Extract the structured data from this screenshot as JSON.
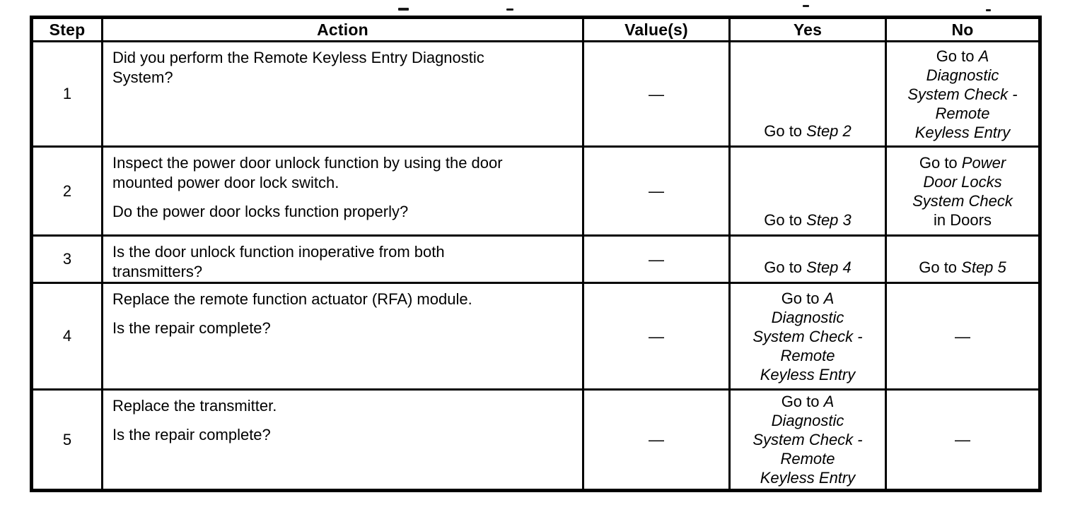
{
  "page": {
    "background": "#ffffff",
    "ink": "#000000",
    "description": "Remote keyless entry diagnostic step table (scanned service manual page)"
  },
  "table": {
    "headers": [
      "Step",
      "Action",
      "Value(s)",
      "Yes",
      "No"
    ],
    "rows": [
      {
        "step": "1",
        "action": [
          [
            "Did you perform the Remote Keyless Entry Diagnostic",
            "System?"
          ]
        ],
        "value": "—",
        "yes": [
          {
            "n1": "Go to ",
            "i": "Step 2"
          }
        ],
        "no": [
          {
            "n1": "Go to ",
            "i": "A"
          },
          {
            "i": "Diagnostic"
          },
          {
            "i": "System Check -"
          },
          {
            "i": "Remote"
          },
          {
            "i": "Keyless Entry"
          }
        ]
      },
      {
        "step": "2",
        "action": [
          [
            "Inspect the power door unlock function by using the door",
            "mounted power door lock switch."
          ],
          [
            "Do the power door locks function properly?"
          ]
        ],
        "value": "—",
        "yes": [
          {
            "n1": "Go to ",
            "i": "Step 3"
          }
        ],
        "no": [
          {
            "n1": "Go to ",
            "i": "Power"
          },
          {
            "i": "Door Locks"
          },
          {
            "i": "System Check"
          },
          {
            "n1": "in Doors"
          }
        ]
      },
      {
        "step": "3",
        "action": [
          [
            "Is the door unlock function inoperative from both",
            "transmitters?"
          ]
        ],
        "value": "—",
        "yes": [
          {
            "n1": "Go to ",
            "i": "Step 4"
          }
        ],
        "no": [
          {
            "n1": "Go to ",
            "i": "Step 5"
          }
        ]
      },
      {
        "step": "4",
        "action": [
          [
            "Replace the remote function actuator (RFA) module."
          ],
          [
            "Is the repair complete?"
          ]
        ],
        "value": "—",
        "yes": [
          {
            "n1": "Go to ",
            "i": "A"
          },
          {
            "i": "Diagnostic"
          },
          {
            "i": "System Check -"
          },
          {
            "i": "Remote"
          },
          {
            "i": "Keyless Entry"
          }
        ],
        "no": [
          {
            "n1": "—"
          }
        ]
      },
      {
        "step": "5",
        "action": [
          [
            "Replace the transmitter."
          ],
          [
            "Is the repair complete?"
          ]
        ],
        "value": "—",
        "yes": [
          {
            "n1": "Go to ",
            "i": "A"
          },
          {
            "i": "Diagnostic"
          },
          {
            "i": "System Check -"
          },
          {
            "i": "Remote"
          },
          {
            "i": "Keyless Entry"
          }
        ],
        "no": [
          {
            "n1": "—"
          }
        ]
      }
    ]
  }
}
